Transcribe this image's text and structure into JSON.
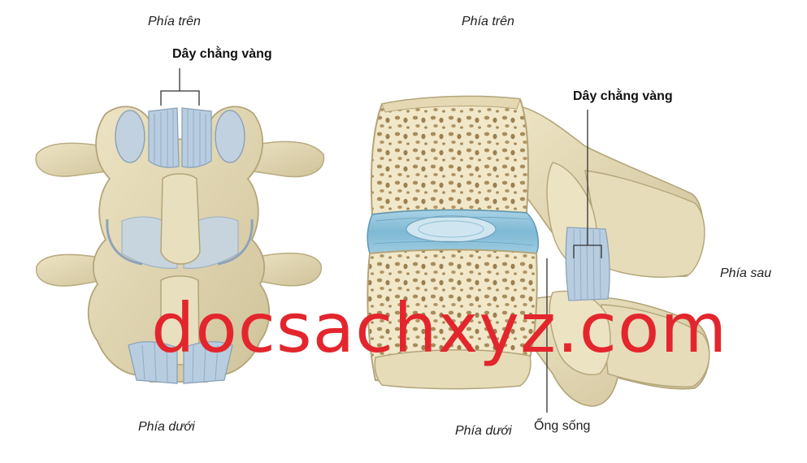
{
  "left_view": {
    "top_label": "Phía trên",
    "ligament_label": "Dây chằng vàng",
    "bottom_label": "Phía dưới"
  },
  "right_view": {
    "top_label": "Phía trên",
    "ligament_label": "Dây chằng vàng",
    "posterior_label": "Phía sau",
    "bottom_label": "Phía dưới",
    "canal_label": "Ống sống"
  },
  "watermark": "docsachxyz.com",
  "colors": {
    "bone": "#e2d8b2",
    "bone_shadow": "#b9ab80",
    "ligament": "#b8cde0",
    "disc": "#8fc4dc",
    "cancellous": "#a88c5c",
    "watermark": "#e3262d"
  }
}
